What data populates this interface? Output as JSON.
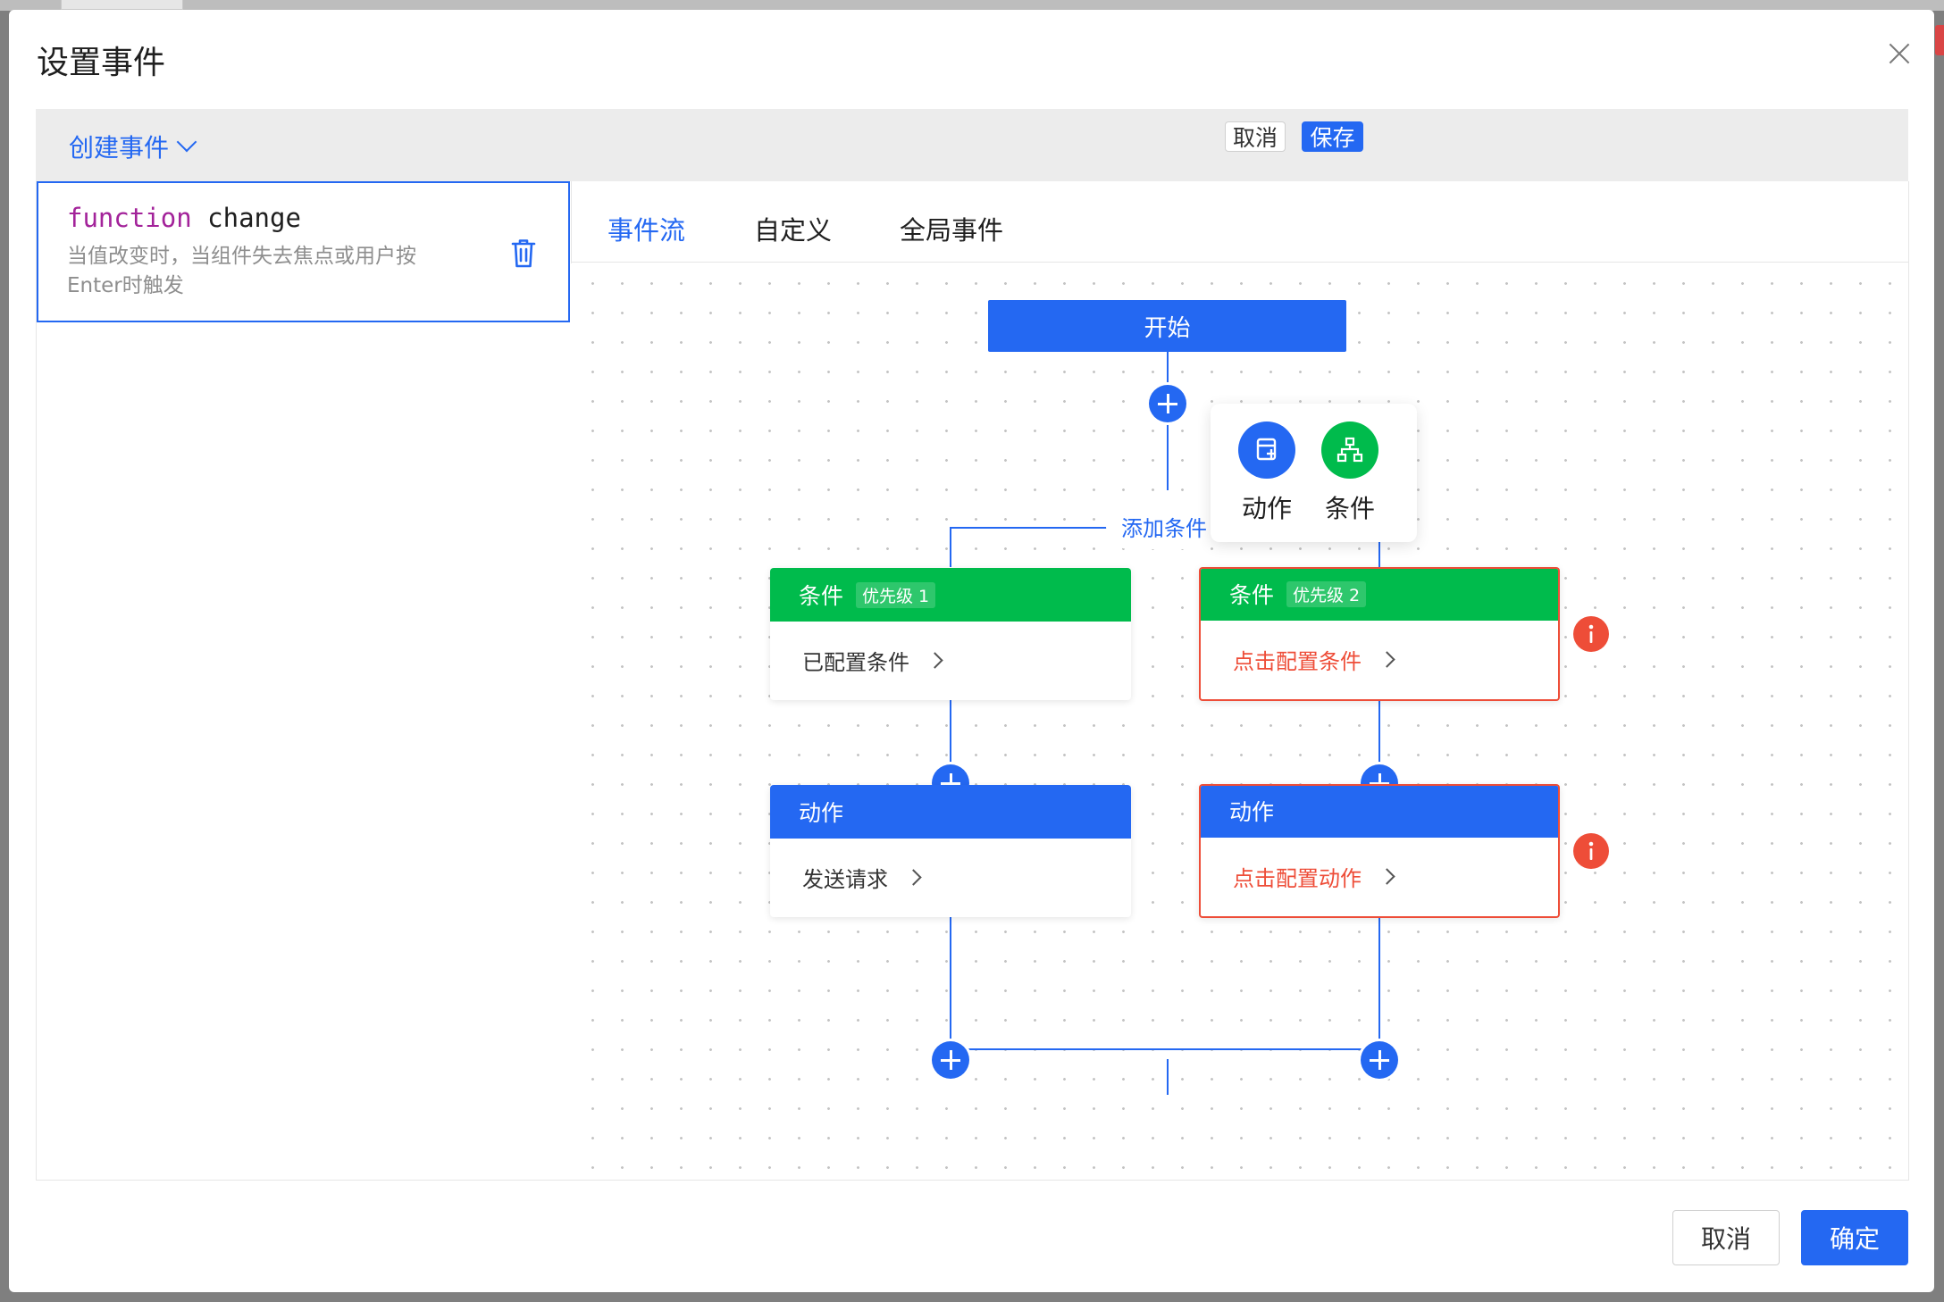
{
  "dialog": {
    "title": "设置事件"
  },
  "toolbar": {
    "create_label": "创建事件",
    "cancel_label": "取消",
    "save_label": "保存"
  },
  "event": {
    "keyword": "function",
    "name": "change",
    "description": "当值改变时，当组件失去焦点或用户按Enter时触发"
  },
  "tabs": [
    {
      "label": "事件流"
    },
    {
      "label": "自定义"
    },
    {
      "label": "全局事件"
    }
  ],
  "flow": {
    "start_label": "开始",
    "add_condition_label": "添加条件",
    "popover": {
      "action_label": "动作",
      "condition_label": "条件"
    },
    "branches": [
      {
        "condition_title": "条件",
        "priority": "优先级 1",
        "condition_text": "已配置条件",
        "action_title": "动作",
        "action_text": "发送请求"
      },
      {
        "condition_title": "条件",
        "priority": "优先级 2",
        "condition_text": "点击配置条件",
        "action_title": "动作",
        "action_text": "点击配置动作"
      }
    ]
  },
  "footer": {
    "cancel_label": "取消",
    "confirm_label": "确定"
  },
  "colors": {
    "primary": "#2468f2",
    "success": "#00bb4c",
    "error": "#ee4d38"
  }
}
